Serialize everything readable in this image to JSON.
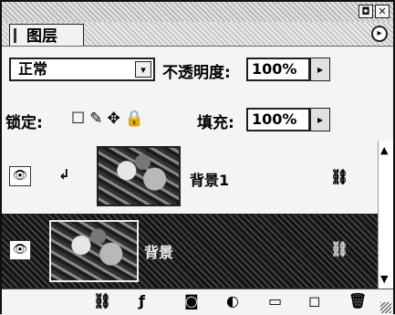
{
  "panel": {
    "tab_label": "图层",
    "menu_icon": "flyout-menu-icon"
  },
  "options": {
    "blend_mode": "正常",
    "opacity_label": "不透明度:",
    "opacity_value": "100%",
    "lock_label": "锁定:",
    "fill_label": "填充:",
    "fill_value": "100%"
  },
  "layers": [
    {
      "name": "背景1",
      "visible": true,
      "clipped": true,
      "selected": false
    },
    {
      "name": "背景",
      "visible": true,
      "clipped": false,
      "selected": true
    }
  ],
  "bottom_tools": [
    "link-layers-icon",
    "layer-style-icon",
    "mask-icon",
    "adjustment-layer-icon",
    "new-group-icon",
    "new-layer-icon",
    "delete-layer-icon"
  ],
  "glyphs": {
    "titlebar_min": "◘",
    "titlebar_close": "✕",
    "menu": "▸",
    "dropdown": "▾",
    "stepper": "▸",
    "lock_icons": "☐✎✥🔒",
    "eye": "👁",
    "clip_arrow": "↲",
    "link": "⛓",
    "scroll_up": "▲",
    "scroll_down": "▼",
    "tools": [
      "⛓",
      "ƒ",
      "◙",
      "◐",
      "▭",
      "◻",
      "🗑"
    ]
  }
}
